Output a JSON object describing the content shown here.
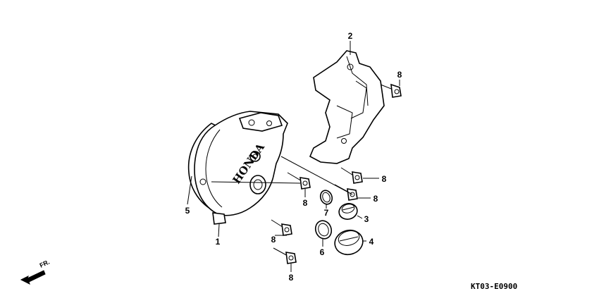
{
  "diagram": {
    "code": "KT03-E0900",
    "direction_label": "FR.",
    "cover_brand": "HONDA",
    "callouts": [
      {
        "id": "c1",
        "text": "1"
      },
      {
        "id": "c2",
        "text": "2"
      },
      {
        "id": "c3",
        "text": "3"
      },
      {
        "id": "c4",
        "text": "4"
      },
      {
        "id": "c5",
        "text": "5"
      },
      {
        "id": "c6",
        "text": "6"
      },
      {
        "id": "c7",
        "text": "7"
      },
      {
        "id": "c8a",
        "text": "8"
      },
      {
        "id": "c8b",
        "text": "8"
      },
      {
        "id": "c8c",
        "text": "8"
      },
      {
        "id": "c8d",
        "text": "8"
      },
      {
        "id": "c8e",
        "text": "8"
      },
      {
        "id": "c8f",
        "text": "8"
      }
    ]
  }
}
